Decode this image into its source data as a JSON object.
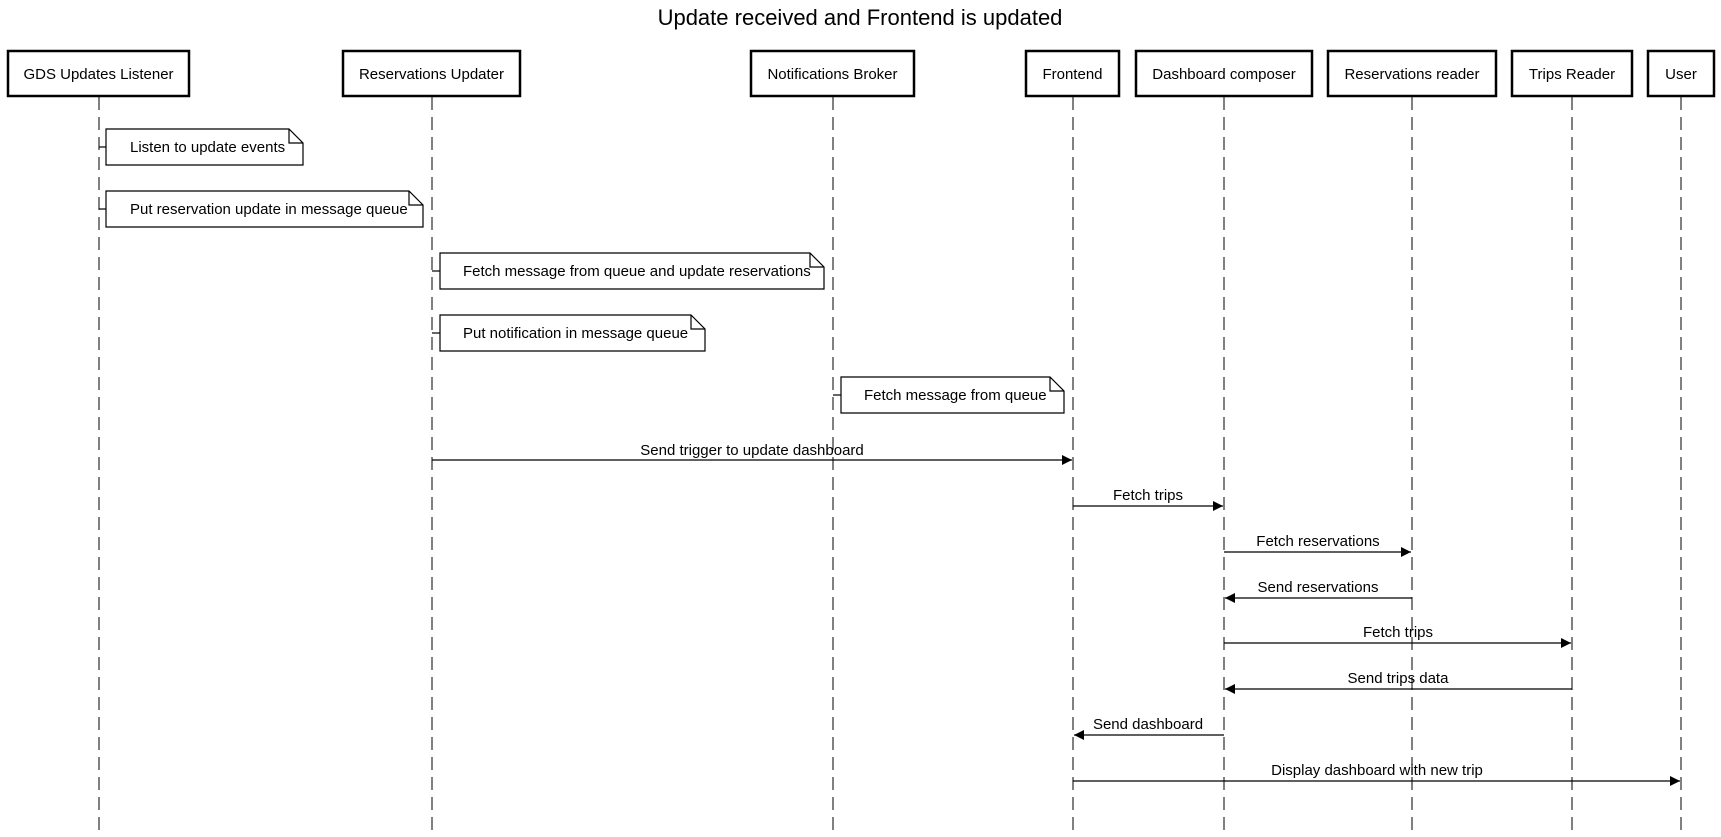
{
  "title": "Update received and Frontend is updated",
  "participants": [
    {
      "id": "gds",
      "label": "GDS Updates Listener"
    },
    {
      "id": "resupd",
      "label": "Reservations Updater"
    },
    {
      "id": "broker",
      "label": "Notifications Broker"
    },
    {
      "id": "frontend",
      "label": "Frontend"
    },
    {
      "id": "composer",
      "label": "Dashboard composer"
    },
    {
      "id": "resreader",
      "label": "Reservations reader"
    },
    {
      "id": "trips",
      "label": "Trips Reader"
    },
    {
      "id": "user",
      "label": "User"
    }
  ],
  "notes": [
    {
      "over": "gds",
      "text": "Listen to update events"
    },
    {
      "over": "gds",
      "text": "Put reservation update in message queue"
    },
    {
      "over": "resupd",
      "text": "Fetch message from queue and update reservations"
    },
    {
      "over": "resupd",
      "text": "Put notification in message queue"
    },
    {
      "over": "broker",
      "text": "Fetch message from queue"
    }
  ],
  "messages": [
    {
      "from": "resupd",
      "to": "frontend",
      "text": "Send trigger to update dashboard"
    },
    {
      "from": "frontend",
      "to": "composer",
      "text": "Fetch trips"
    },
    {
      "from": "composer",
      "to": "resreader",
      "text": "Fetch reservations"
    },
    {
      "from": "resreader",
      "to": "composer",
      "text": "Send reservations"
    },
    {
      "from": "composer",
      "to": "trips",
      "text": "Fetch trips"
    },
    {
      "from": "trips",
      "to": "composer",
      "text": "Send trips data"
    },
    {
      "from": "composer",
      "to": "frontend",
      "text": "Send dashboard"
    },
    {
      "from": "frontend",
      "to": "user",
      "text": "Display dashboard with new trip"
    }
  ]
}
